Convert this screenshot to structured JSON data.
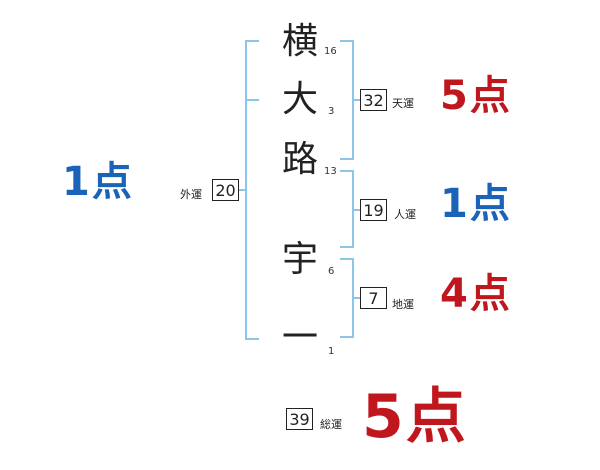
{
  "colors": {
    "blue": "#1a63b8",
    "red": "#c0171e",
    "bracket": "#8cc5e8"
  },
  "name": {
    "chars": [
      {
        "char": "横",
        "strokes": "16"
      },
      {
        "char": "大",
        "strokes": "3"
      },
      {
        "char": "路",
        "strokes": "13"
      },
      {
        "char": "宇",
        "strokes": "6"
      },
      {
        "char": "一",
        "strokes": "1"
      }
    ]
  },
  "gaiun": {
    "label": "外運",
    "value": "20",
    "score": "1点"
  },
  "tenun": {
    "label": "天運",
    "value": "32",
    "score": "5点"
  },
  "jinun": {
    "label": "人運",
    "value": "19",
    "score": "1点"
  },
  "chiun": {
    "label": "地運",
    "value": "7",
    "score": "4点"
  },
  "souun": {
    "label": "総運",
    "value": "39",
    "score": "5点"
  }
}
